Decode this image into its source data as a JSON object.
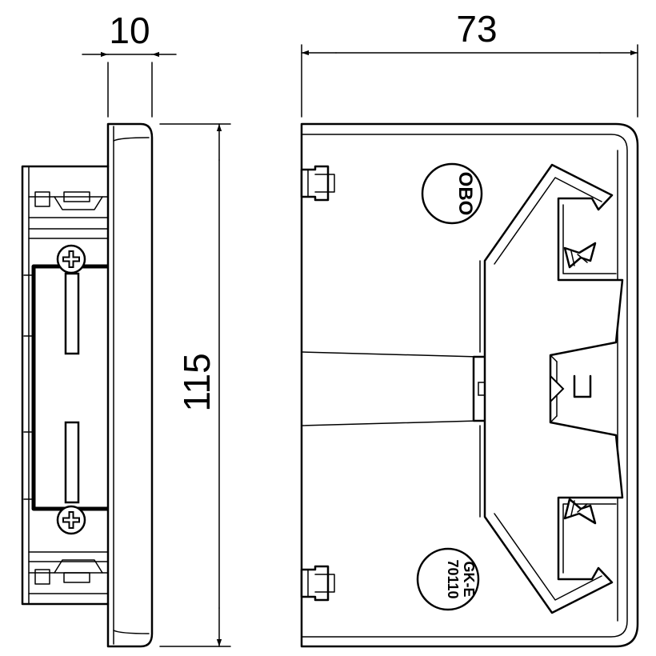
{
  "dimensions": {
    "side_thickness": "10",
    "front_width": "73",
    "height": "115"
  },
  "stamps": {
    "brand": "OBO",
    "model": "GK-E",
    "part_number": "70110"
  },
  "icons": {
    "screws": "phillips-screw-icon",
    "marker": "u-channel-symbol-icon"
  }
}
